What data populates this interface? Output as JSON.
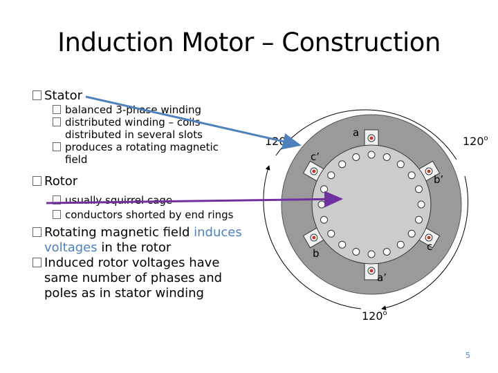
{
  "slide": {
    "title": "Induction Motor – Construction",
    "page_number": "5"
  },
  "bullets": {
    "stator": "Stator",
    "stator_items": [
      "balanced 3-phase winding",
      "distributed winding – coils",
      "distributed in several slots",
      "produces a rotating magnetic",
      "field"
    ],
    "rotor": "Rotor",
    "rotor_items": [
      "usually squirrel cage",
      "conductors shorted by end rings"
    ],
    "rmf_prefix": "Rotating magnetic field ",
    "rmf_highlight1": "induces",
    "rmf_line2_highlight": "voltages",
    "rmf_line2_rest": " in the rotor",
    "induced_lines": [
      "Induced rotor voltages have",
      "same number of phases and",
      "poles as in stator winding"
    ]
  },
  "diagram": {
    "coil_labels": {
      "a": "a",
      "a_prime": "a’",
      "b": "b",
      "b_prime": "b’",
      "c": "c",
      "c_prime": "c’"
    },
    "angle_label": "120",
    "degree_symbol": "o",
    "colors": {
      "stator_fill": "#9a9a9a",
      "rotor_fill": "#cccccc",
      "stator_arrow": "#4F81BD",
      "rotor_arrow": "#7030A0",
      "coil_dot": "#c0392b"
    }
  }
}
